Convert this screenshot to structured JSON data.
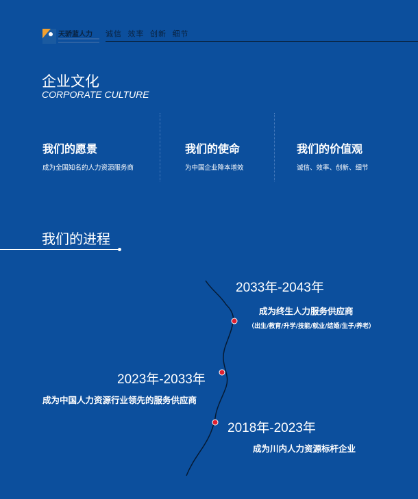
{
  "header": {
    "logo_text": "天骄蓝人力",
    "slogan": "诚信 效率 创新 细节"
  },
  "culture": {
    "title": "企业文化",
    "subtitle": "CORPORATE CULTURE",
    "items": [
      {
        "heading": "我们的愿景",
        "text": "成为全国知名的人力资源服务商"
      },
      {
        "heading": "我们的使命",
        "text": "为中国企业降本增效"
      },
      {
        "heading": "我们的价值观",
        "text": "诚信、效率、创新、细节"
      }
    ]
  },
  "progress": {
    "title": "我们的进程",
    "milestones": [
      {
        "period": "2033年-2043年",
        "text": "成为终生人力服务供应商",
        "note": "（出生/教育/升学/技能/就业/结婚/生子/养老）"
      },
      {
        "period": "2023年-2033年",
        "text": "成为中国人力资源行业领先的服务供应商"
      },
      {
        "period": "2018年-2023年",
        "text": "成为川内人力资源标杆企业"
      }
    ]
  },
  "colors": {
    "background": "#0c4f9d",
    "dot": "#e02030"
  }
}
